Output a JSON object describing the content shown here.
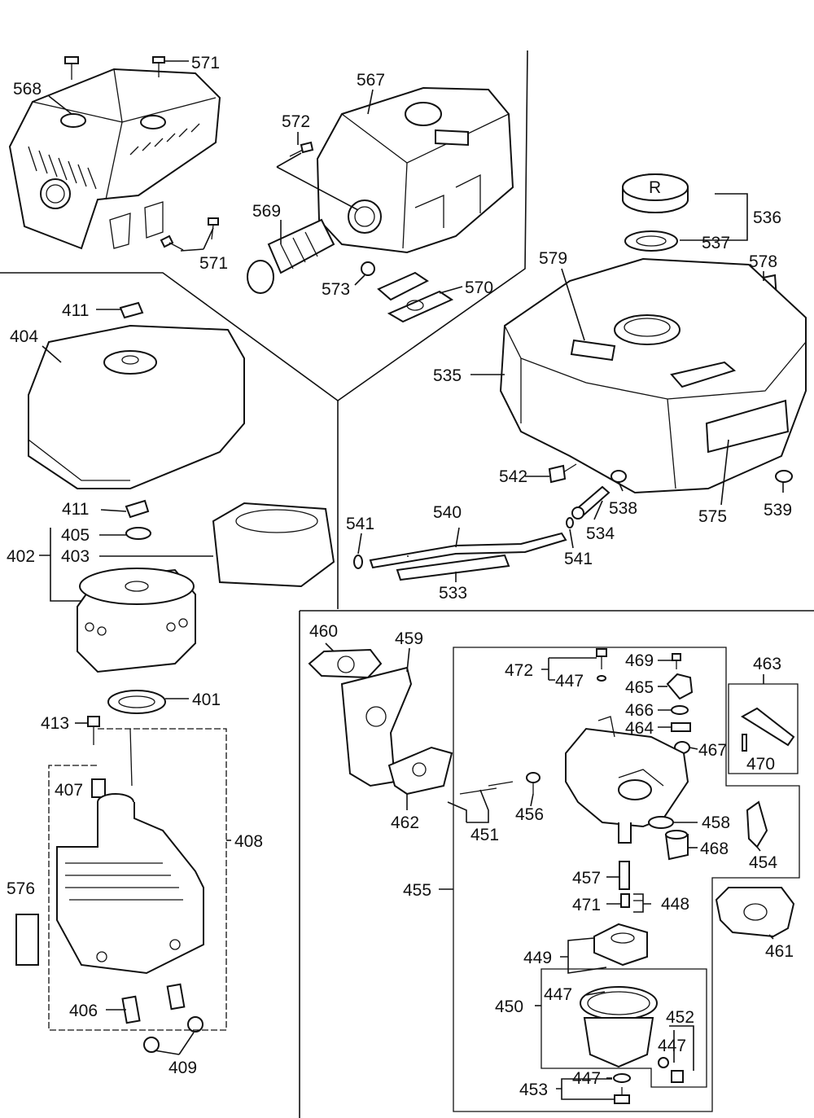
{
  "labels": {
    "p568": "568",
    "p571a": "571",
    "p571b": "571",
    "p567": "567",
    "p572": "572",
    "p569": "569",
    "p573": "573",
    "p570": "570",
    "p536": "536",
    "p537": "537",
    "p579": "579",
    "p578": "578",
    "p411a": "411",
    "p404": "404",
    "p535": "535",
    "p542": "542",
    "p538": "538",
    "p575": "575",
    "p539": "539",
    "p411b": "411",
    "p541a": "541",
    "p540": "540",
    "p534": "534",
    "p541b": "541",
    "p405": "405",
    "p402": "402",
    "p403": "403",
    "p533": "533",
    "p460": "460",
    "p459": "459",
    "p401": "401",
    "p472": "472",
    "p447a": "447",
    "p469": "469",
    "p463": "463",
    "p465": "465",
    "p466": "466",
    "p413": "413",
    "p464": "464",
    "p467": "467",
    "p470": "470",
    "p407": "407",
    "p462": "462",
    "p456": "456",
    "p458": "458",
    "p408": "408",
    "p451": "451",
    "p468": "468",
    "p454": "454",
    "p576": "576",
    "p457": "457",
    "p455": "455",
    "p471": "471",
    "p448": "448",
    "p461": "461",
    "p449": "449",
    "p447b": "447",
    "p450": "450",
    "p406": "406",
    "p452": "452",
    "p447c": "447",
    "p409": "409",
    "p447d": "447",
    "p453": "453"
  }
}
